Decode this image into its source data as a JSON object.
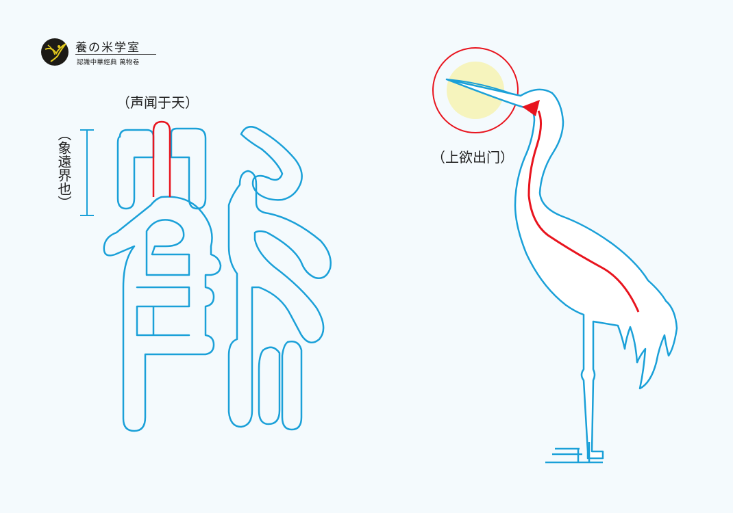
{
  "brand": {
    "name": "養の米学室",
    "subtitle": "認識中華經典 萬物卷"
  },
  "captions": {
    "top": "（声闻于天）",
    "vertical": "（象遠界也）",
    "right": "（上欲出门）"
  },
  "colors": {
    "background": "#f4fafd",
    "outline": "#1aa0d8",
    "highlight": "#e8141e",
    "moon": "#f6f4bd",
    "logo": "#1c1a16",
    "logo_accent": "#e2c91e"
  }
}
